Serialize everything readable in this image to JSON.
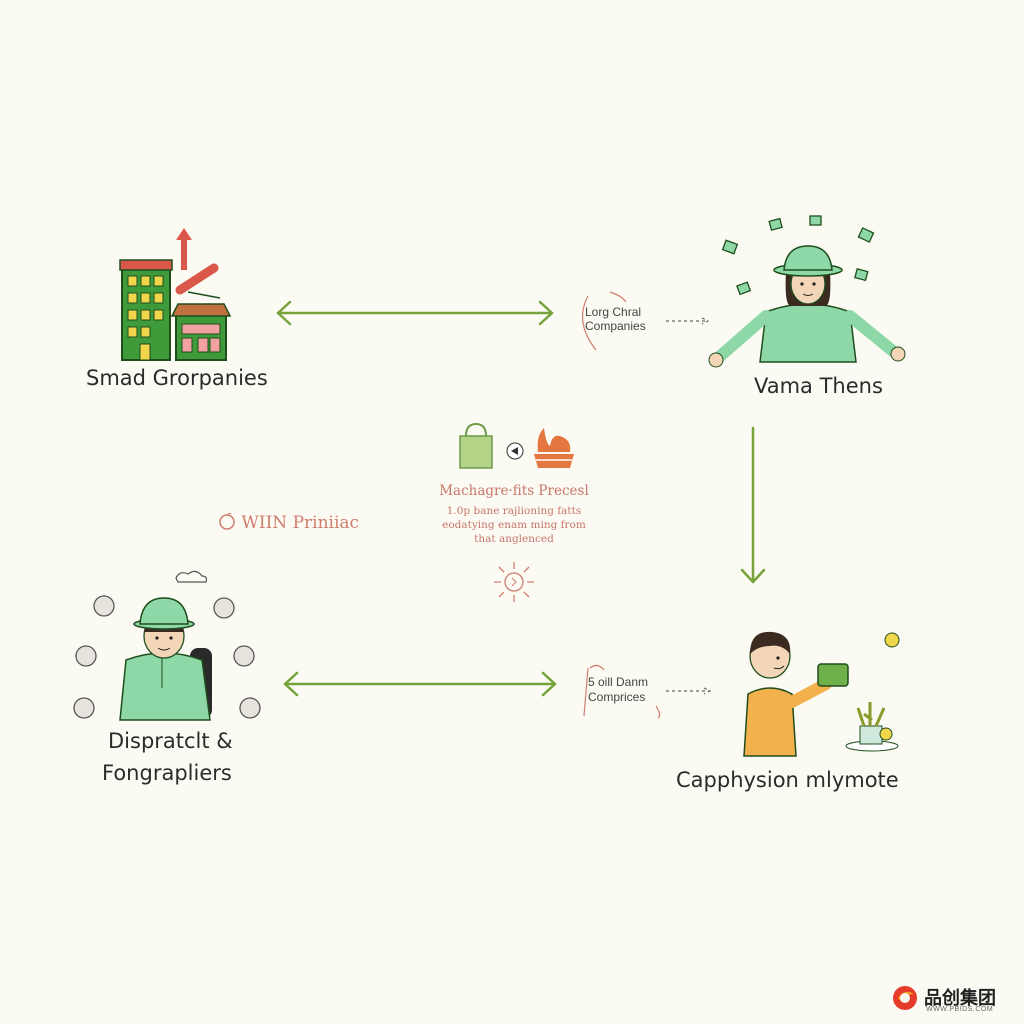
{
  "nodes": {
    "top_left": {
      "label": "Smad Grorpanies"
    },
    "top_right": {
      "label": "Vama Thens"
    },
    "bottom_left": {
      "label_line1": "Dispratclt &",
      "label_line2": "Fongrapliers"
    },
    "bottom_right": {
      "label": "Capphysion mlymote"
    }
  },
  "connectors": {
    "top_note": {
      "line1": "Lorg Chral",
      "line2": "Companies"
    },
    "bottom_note": {
      "line1": "5 oill Danm",
      "line2": "Comprices"
    }
  },
  "center": {
    "title": "Machagre·fits Precesl",
    "line1": "1.0p bane rajlioning fatts",
    "line2": "eodatying enam ming from",
    "line3": "that anglenced"
  },
  "side_text": "WIIN Priniiac",
  "watermark": {
    "brand": "品创集团",
    "url": "WWW.PBIDS.COM"
  },
  "colors": {
    "arrow": "#76a33c",
    "building": "#3f9a3a",
    "shirt": "#8ed8a7",
    "salmon": "#d07d70",
    "accent_orange": "#e4763f"
  }
}
